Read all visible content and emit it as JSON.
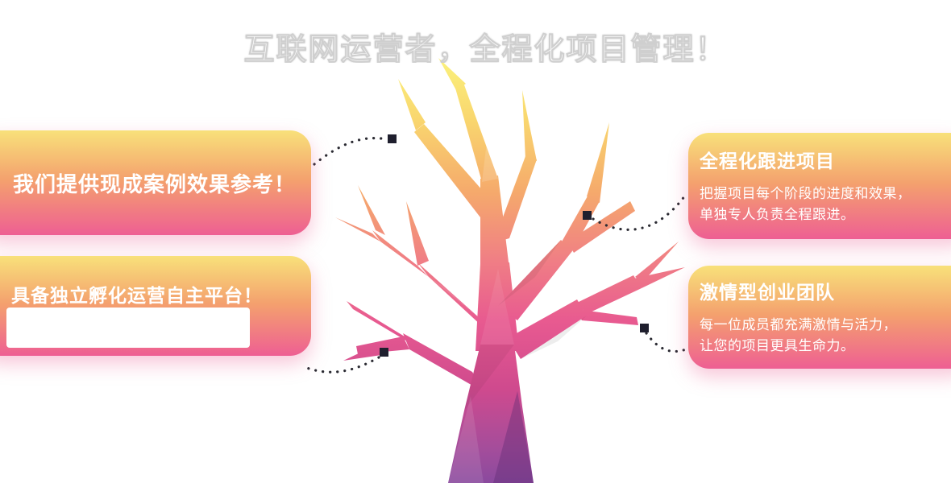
{
  "page": {
    "title": "互联网运营者，全程化项目管理！"
  },
  "cards": {
    "top_left": {
      "text": "我们提供现成案例效果参考！"
    },
    "bottom_left": {
      "title": "具备独立孵化运营自主平台！"
    },
    "top_right": {
      "title": "全程化跟进项目",
      "line1": "把握项目每个阶段的进度和效果，",
      "line2": "单独专人负责全程跟进。"
    },
    "bottom_right": {
      "title": "激情型创业团队",
      "line1": "每一位成员都充满激情与活力，",
      "line2": "让您的项目更具生命力。"
    }
  },
  "decor": {
    "illustration": "low-poly-tree",
    "connector_style": "dotted-curve",
    "marker": "small-dark-square"
  },
  "colors": {
    "card_gradient_top": "#f8e17a",
    "card_gradient_mid": "#f4a06e",
    "card_gradient_bottom": "#ee5f93",
    "connector_dots": "#2b2b33",
    "marker_square": "#1f1f2e",
    "tree_palette": [
      "#faf27c",
      "#f6ad6c",
      "#ee6390",
      "#c9478c",
      "#8a4a9e"
    ],
    "title_color": "#ffffff"
  }
}
